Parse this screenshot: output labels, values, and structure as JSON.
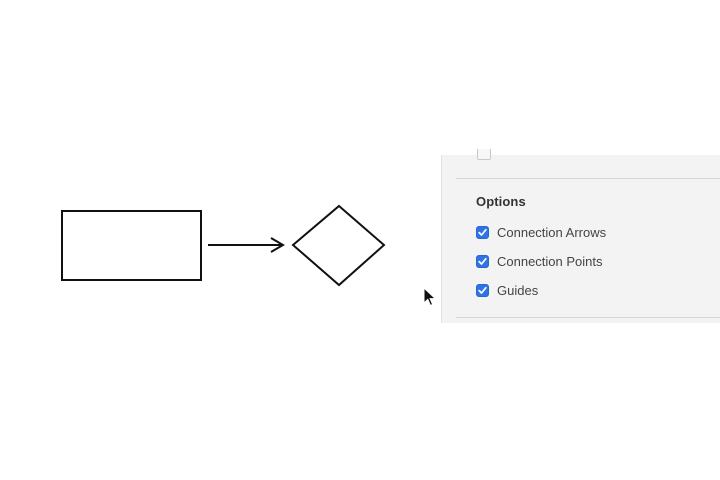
{
  "options_panel": {
    "title": "Options",
    "items": [
      {
        "label": "Connection Arrows",
        "checked": true
      },
      {
        "label": "Connection Points",
        "checked": true
      },
      {
        "label": "Guides",
        "checked": true
      }
    ],
    "checkbox_color": "#2f74e6"
  },
  "canvas": {
    "shapes": [
      "rectangle",
      "arrow-connector",
      "diamond"
    ],
    "stroke_color": "#111111"
  },
  "icons": {
    "check": "checkmark-icon",
    "pointer": "mouse-pointer-icon"
  }
}
